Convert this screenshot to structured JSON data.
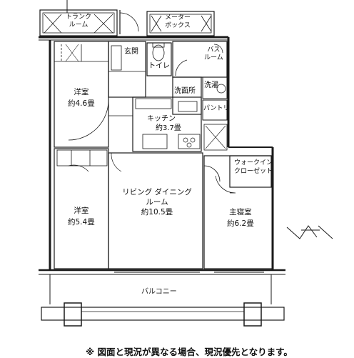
{
  "rooms": {
    "trunk_room": {
      "line1": "トランク",
      "line2": "ルーム"
    },
    "meter_box": {
      "line1": "メーター",
      "line2": "ボックス"
    },
    "entrance": "玄関",
    "toilet": "トイレ",
    "bathroom": {
      "line1": "バス",
      "line2": "ルーム"
    },
    "washroom": "洗面所",
    "laundry": "洗濯",
    "pantry": "パントリ",
    "kitchen": {
      "name": "キッチン",
      "size": "約3.7畳"
    },
    "western1": {
      "name": "洋室",
      "size": "約4.6畳"
    },
    "western2": {
      "name": "洋室",
      "size": "約5.4畳"
    },
    "ldk": {
      "line1": "リビング ダイニング",
      "line2": "ルーム",
      "size": "約10.5畳"
    },
    "walkin_closet": {
      "line1": "ウォークイン",
      "line2": "クローゼット"
    },
    "master_bedroom": {
      "name": "主寝室",
      "size": "約6.2畳"
    },
    "balcony": "バルコニー"
  },
  "note": "※ 図面と現況が異なる場合、現況優先となります。",
  "colors": {
    "line": "#1a1a1a",
    "paper": "#ffffff"
  }
}
